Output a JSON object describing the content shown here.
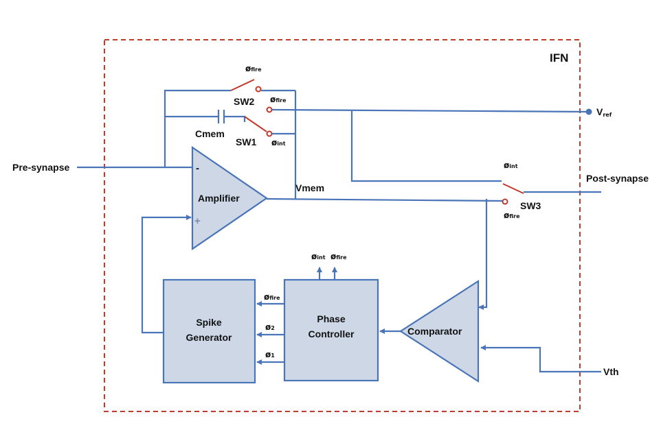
{
  "diagram": {
    "title": "IFN",
    "inputs": {
      "pre_synapse": "Pre-synapse",
      "vref": "V",
      "vref_sub": "ref",
      "vth": "Vth"
    },
    "outputs": {
      "post_synapse": "Post-synapse"
    },
    "nodes": {
      "vmem": "Vmem",
      "cmem": "Cmem"
    },
    "switches": {
      "sw1": "SW1",
      "sw2": "SW2",
      "sw3": "SW3"
    },
    "phases": {
      "phi": "ø",
      "fire": "fire",
      "int": "int",
      "two": "2",
      "one": "1"
    },
    "amplifier": {
      "label": "Amplifier",
      "minus": "-",
      "plus": "+"
    },
    "blocks": {
      "spike_line1": "Spike",
      "spike_line2": "Generator",
      "phase_line1": "Phase",
      "phase_line2": "Controller",
      "comparator": "Comparator"
    },
    "colors": {
      "wire": "#4a74b8",
      "border": "#c0392b",
      "block_fill": "#cdd7e6"
    }
  }
}
